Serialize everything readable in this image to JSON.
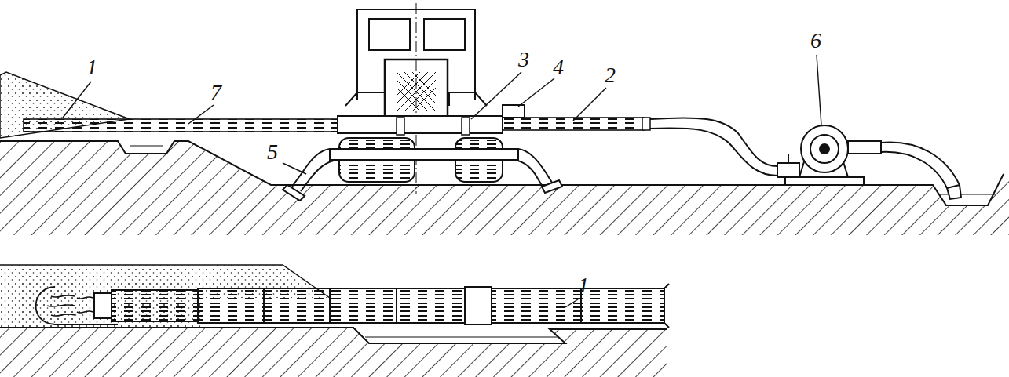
{
  "diagram": {
    "labels": [
      "1",
      "7",
      "5",
      "3",
      "4",
      "2",
      "6",
      "1"
    ]
  }
}
